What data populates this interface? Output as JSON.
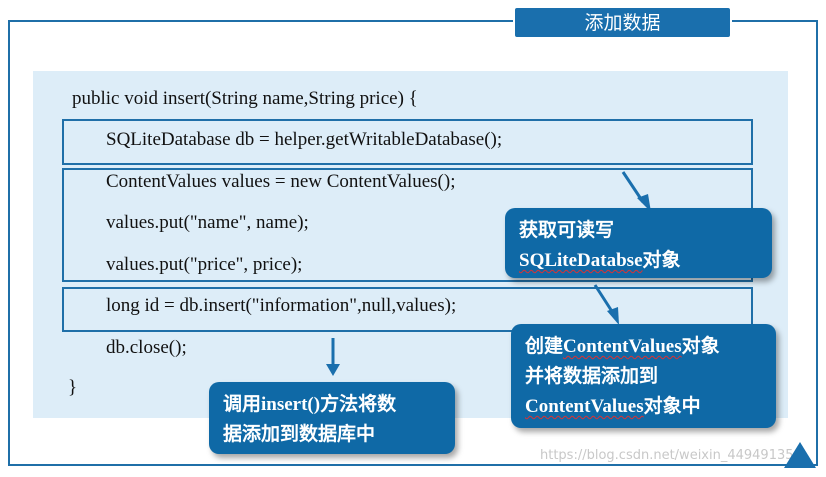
{
  "title": "添加数据",
  "code": {
    "signature": "public void insert(String name,String price) {",
    "line_db": "SQLiteDatabase db = helper.getWritableDatabase();",
    "line_values": "ContentValues values = new ContentValues();",
    "line_put_name": "values.put(\"name\", name);",
    "line_put_price": "values.put(\"price\", price);",
    "line_insert": "long id = db.insert(\"information\",null,values);",
    "line_close": "db.close();",
    "closing_brace": "}"
  },
  "callouts": {
    "readable_db": {
      "line1": "获取可读写",
      "line2_emph": "SQLiteDatabse",
      "line2_rest": "对象"
    },
    "content_values": {
      "line1_prefix": "创建",
      "line1_emph": "ContentValues",
      "line1_suffix": "对象",
      "line2": "并将数据添加到",
      "line3_emph": "ContentValues",
      "line3_suffix": "对象中"
    },
    "insert_method": {
      "line1": "调用insert()方法将数",
      "line2": "据添加到数据库中"
    }
  },
  "watermark": "https://blog.csdn.net/weixin_44949135",
  "colors": {
    "accent_blue": "#1a6fad",
    "panel_bg": "#ddedf8",
    "callout_bg": "#0f69a6",
    "wavy_underline": "#e03030"
  }
}
